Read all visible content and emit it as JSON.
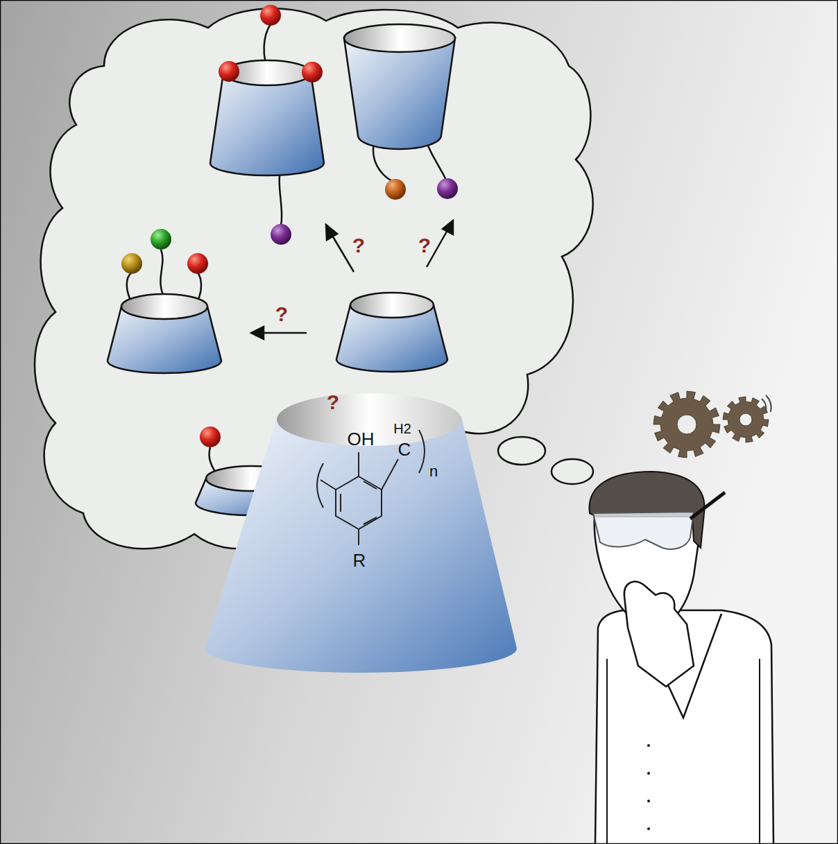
{
  "diagram": {
    "labels": [
      "?",
      "?",
      "?",
      "?",
      "OH",
      "H2",
      "C",
      "n",
      "R"
    ]
  }
}
